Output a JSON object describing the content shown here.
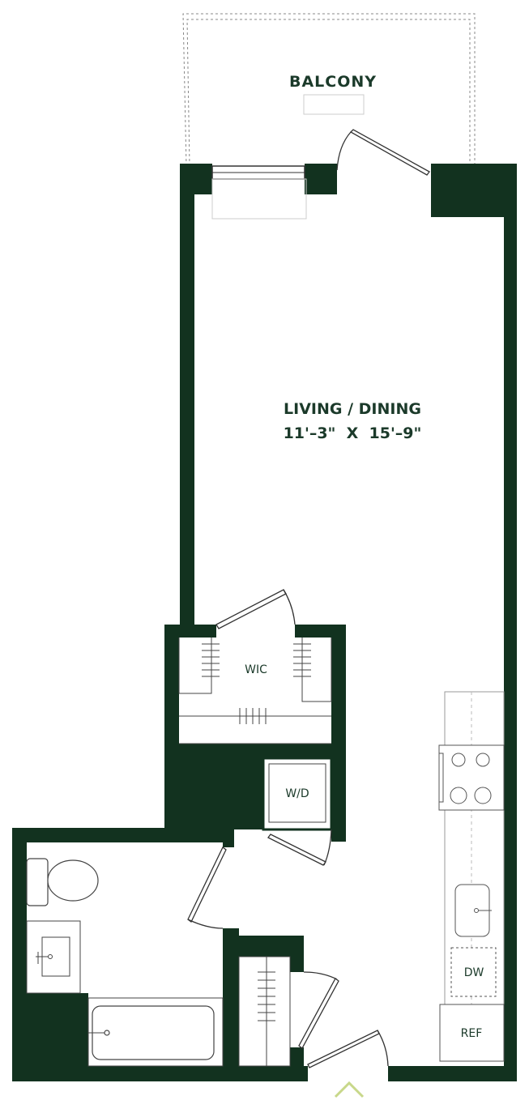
{
  "colors": {
    "wall": "#12321f",
    "fixture_line": "#8a8a8a",
    "text": "#1b3a2a",
    "dashed": "#888888",
    "entry_arrow": "#c8d88a"
  },
  "rooms": {
    "balcony": {
      "label": "BALCONY"
    },
    "living": {
      "label": "LIVING / DINING",
      "dimensions": "11'–3\"  X  15'–9\""
    },
    "wic": {
      "label": "WIC"
    },
    "wd": {
      "label": "W/D"
    },
    "dw": {
      "label": "DW"
    },
    "ref": {
      "label": "REF"
    }
  },
  "icons": {
    "entry": "chevron-up-icon"
  }
}
